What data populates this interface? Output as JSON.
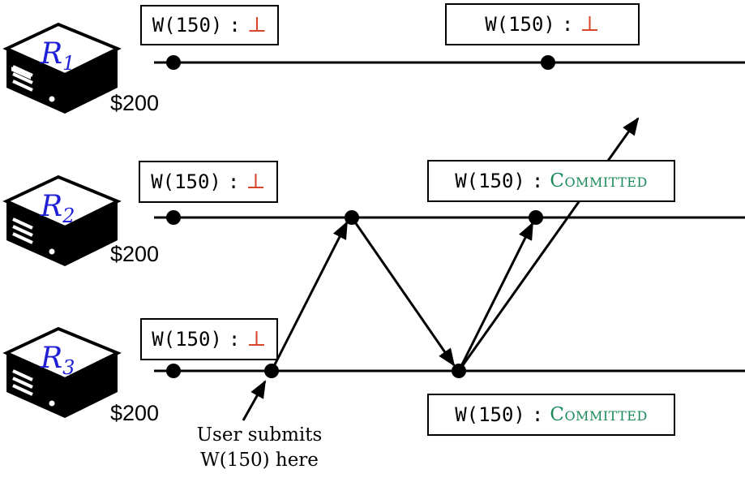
{
  "replicas": [
    {
      "name": "R",
      "sub": "1",
      "balance": "$200"
    },
    {
      "name": "R",
      "sub": "2",
      "balance": "$200"
    },
    {
      "name": "R",
      "sub": "3",
      "balance": "$200"
    }
  ],
  "labels": {
    "r1_initial": {
      "op": "W(150)",
      "sep": ":",
      "status": "⊥"
    },
    "r1_later": {
      "op": "W(150)",
      "sep": ":",
      "status": "⊥"
    },
    "r2_initial": {
      "op": "W(150)",
      "sep": ":",
      "status": "⊥"
    },
    "r2_committed": {
      "op": "W(150)",
      "sep": ":",
      "status": "Committed"
    },
    "r3_initial": {
      "op": "W(150)",
      "sep": ":",
      "status": "⊥"
    },
    "r3_committed": {
      "op": "W(150)",
      "sep": ":",
      "status": "Committed"
    }
  },
  "annotation": {
    "line1": "User submits",
    "line2": "W(150) here"
  },
  "colors": {
    "replica_name": "#1f1fd6",
    "bottom": "#d9452b",
    "committed": "#1a8a5a"
  }
}
